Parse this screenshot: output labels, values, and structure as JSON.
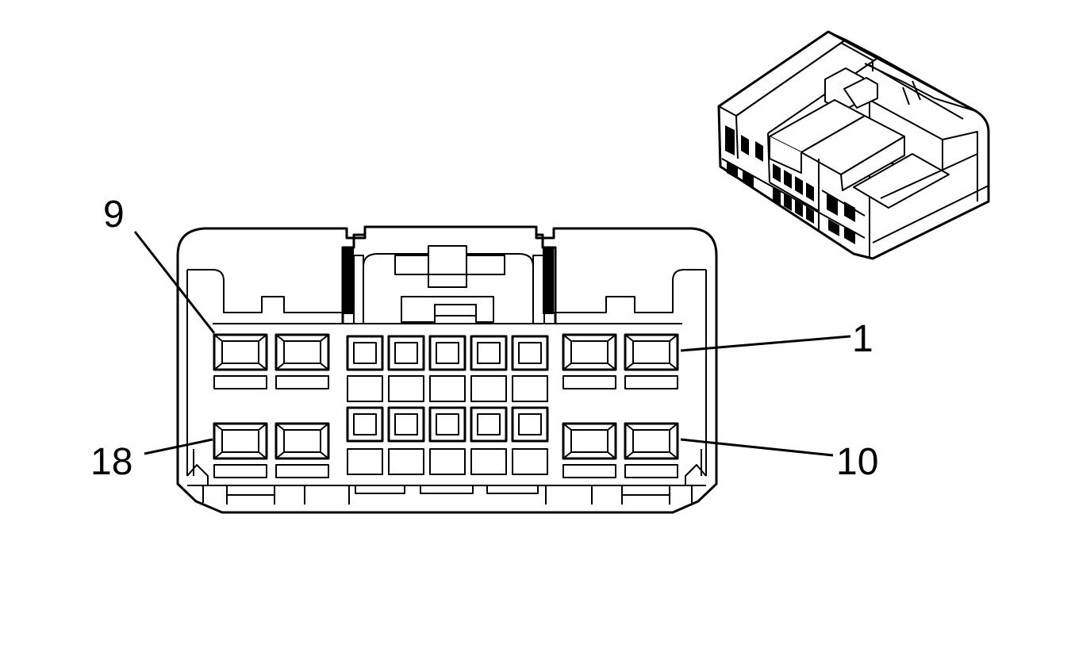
{
  "diagram": {
    "pin_labels": {
      "pin_9": "9",
      "pin_1": "1",
      "pin_18": "18",
      "pin_10": "10"
    },
    "colors": {
      "line": "#000000",
      "background": "#ffffff"
    },
    "icons": [
      "connector-face-view",
      "connector-isometric-view"
    ]
  }
}
